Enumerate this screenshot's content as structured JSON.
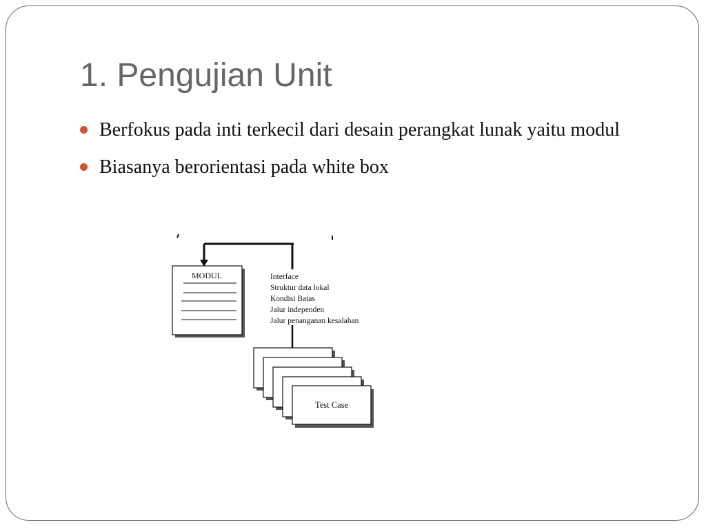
{
  "slide": {
    "title": "1. Pengujian Unit",
    "bullets": [
      "Berfokus pada inti terkecil dari desain perangkat lunak yaitu modul",
      "Biasanya berorientasi pada white box"
    ],
    "bullet_color": "#d2532f"
  },
  "diagram": {
    "module_label": "MODUL",
    "test_items": [
      "Interface",
      "Struktur data lokal",
      "Kondisi Batas",
      "Jalur independen",
      "Jalur penanganan kesalahan"
    ],
    "test_case_label": "Test Case"
  }
}
